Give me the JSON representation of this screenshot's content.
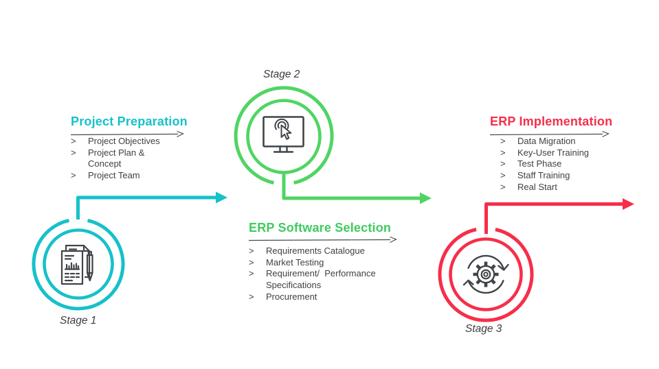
{
  "palette": {
    "cyan": "#15c1ca",
    "green": "#4fd563",
    "green_heading": "#3ecb5e",
    "red": "#f62e4a",
    "body_text": "#404040",
    "icon_stroke": "#3f4449"
  },
  "stages": [
    {
      "label": "Stage 1",
      "icon": "documents-pen-icon",
      "color": "#15c1ca"
    },
    {
      "label": "Stage 2",
      "icon": "monitor-click-icon",
      "color": "#4fd563"
    },
    {
      "label": "Stage 3",
      "icon": "gear-sync-icon",
      "color": "#f62e4a"
    }
  ],
  "sections": [
    {
      "title": "Project Preparation",
      "color": "#15c1ca",
      "items": [
        {
          "m": ">",
          "t": "Project Objectives"
        },
        {
          "m": ">",
          "t": "Project Plan &"
        },
        {
          "m": "",
          "t": "Concept"
        },
        {
          "m": ">",
          "t": "Project Team"
        }
      ]
    },
    {
      "title": "ERP Software Selection",
      "color": "#3ecb5e",
      "items": [
        {
          "m": ">",
          "t": "Requirements Catalogue"
        },
        {
          "m": ">",
          "t": "Market Testing"
        },
        {
          "m": ">",
          "t": "Requirement/  Performance"
        },
        {
          "m": "",
          "t": "Specifications"
        },
        {
          "m": ">",
          "t": "Procurement"
        }
      ]
    },
    {
      "title": "ERP Implementation",
      "color": "#f62e4a",
      "items": [
        {
          "m": ">",
          "t": "Data Migration"
        },
        {
          "m": ">",
          "t": "Key-User Training"
        },
        {
          "m": ">",
          "t": "Test Phase"
        },
        {
          "m": ">",
          "t": "Staff Training"
        },
        {
          "m": ">",
          "t": "Real Start"
        }
      ]
    }
  ]
}
